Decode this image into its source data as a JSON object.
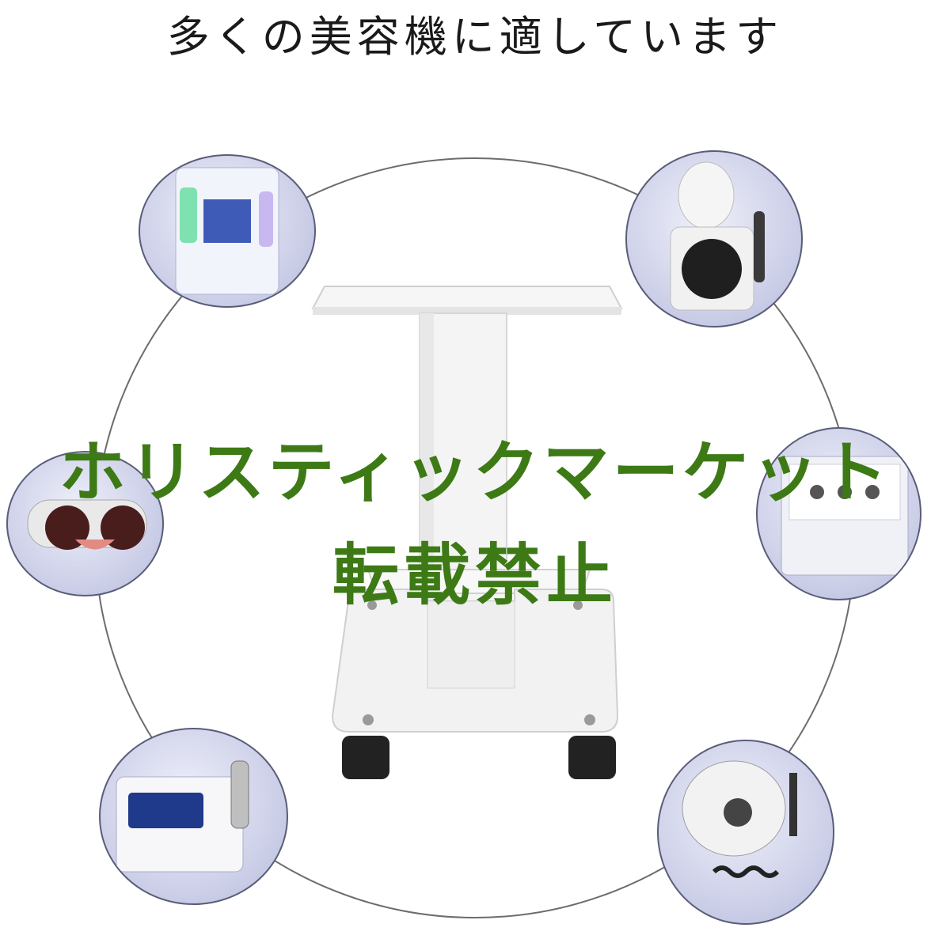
{
  "caption": {
    "title": "多くの美容機に適しています"
  },
  "watermark": {
    "line1": "ホリスティックマーケット",
    "line2": "転載禁止"
  },
  "colors": {
    "bubble_fill": "#c9cce6",
    "ring_line": "#5a5d78",
    "watermark": "#3d7a16"
  }
}
